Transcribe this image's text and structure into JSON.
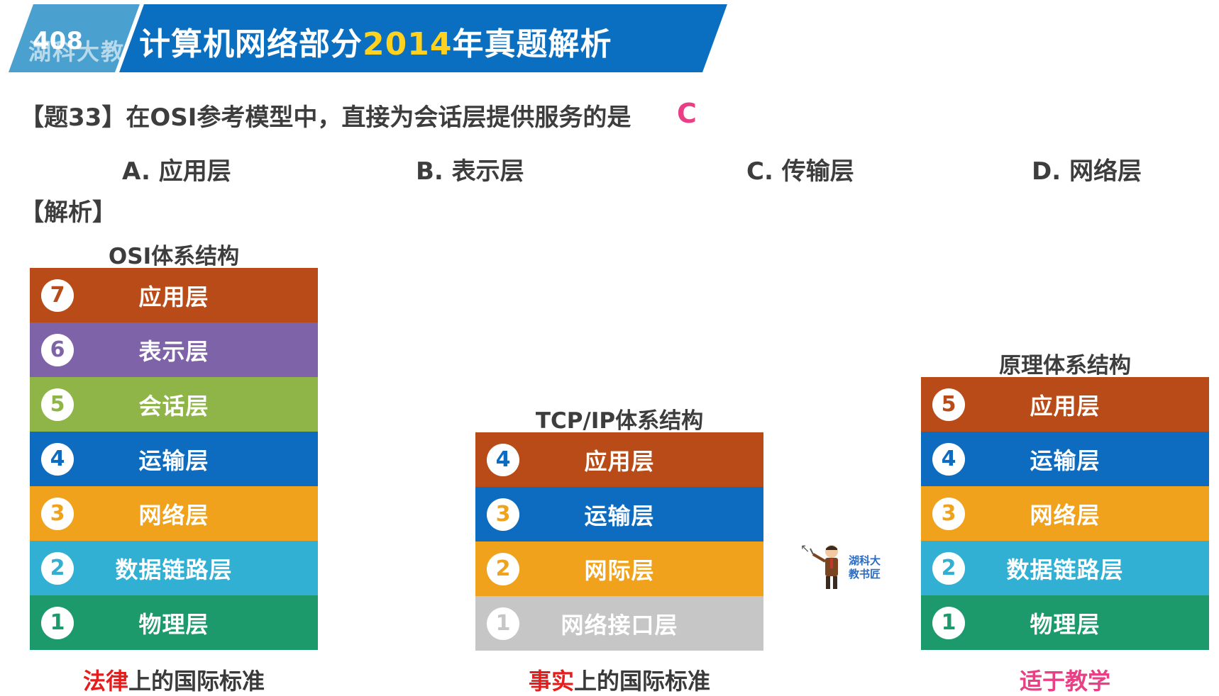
{
  "banner": {
    "tag": "408",
    "watermark": "湖科大教书匠",
    "title_prefix": "计算机网络部分",
    "title_year": "2014",
    "title_suffix": "年真题解析"
  },
  "question": {
    "text": "【题33】在OSI参考模型中，直接为会话层提供服务的是",
    "answer": "C",
    "options": [
      "A. 应用层",
      "B. 表示层",
      "C. 传输层",
      "D. 网络层"
    ],
    "analysis_label": "【解析】"
  },
  "osi": {
    "title": "OSI体系结构",
    "layers": [
      {
        "num": "7",
        "name": "应用层",
        "color": "#b84b17"
      },
      {
        "num": "6",
        "name": "表示层",
        "color": "#7f63a8"
      },
      {
        "num": "5",
        "name": "会话层",
        "color": "#8fb548"
      },
      {
        "num": "4",
        "name": "运输层",
        "color": "#0d6cc0"
      },
      {
        "num": "3",
        "name": "网络层",
        "color": "#f0a21c"
      },
      {
        "num": "2",
        "name": "数据链路层",
        "color": "#31b0d4"
      },
      {
        "num": "1",
        "name": "物理层",
        "color": "#1c9a6c"
      }
    ],
    "caption_highlight": "法律",
    "caption_rest": "上的国际标准"
  },
  "tcpip": {
    "title": "TCP/IP体系结构",
    "layers": [
      {
        "num": "4",
        "name": "应用层",
        "color": "#b84b17"
      },
      {
        "num": "3",
        "name": "运输层",
        "color": "#0d6cc0"
      },
      {
        "num": "2",
        "name": "网际层",
        "color": "#f0a21c"
      },
      {
        "num": "1",
        "name": "网络接口层",
        "color": "#c6c6c6"
      }
    ],
    "caption_highlight": "事实",
    "caption_rest": "上的国际标准"
  },
  "principle": {
    "title": "原理体系结构",
    "layers": [
      {
        "num": "5",
        "name": "应用层",
        "color": "#b84b17"
      },
      {
        "num": "4",
        "name": "运输层",
        "color": "#0d6cc0"
      },
      {
        "num": "3",
        "name": "网络层",
        "color": "#f0a21c"
      },
      {
        "num": "2",
        "name": "数据链路层",
        "color": "#31b0d4"
      },
      {
        "num": "1",
        "name": "物理层",
        "color": "#1c9a6c"
      }
    ],
    "caption": "适于教学"
  },
  "teacher": {
    "label_line1": "湖科大",
    "label_line2": "教书匠"
  }
}
